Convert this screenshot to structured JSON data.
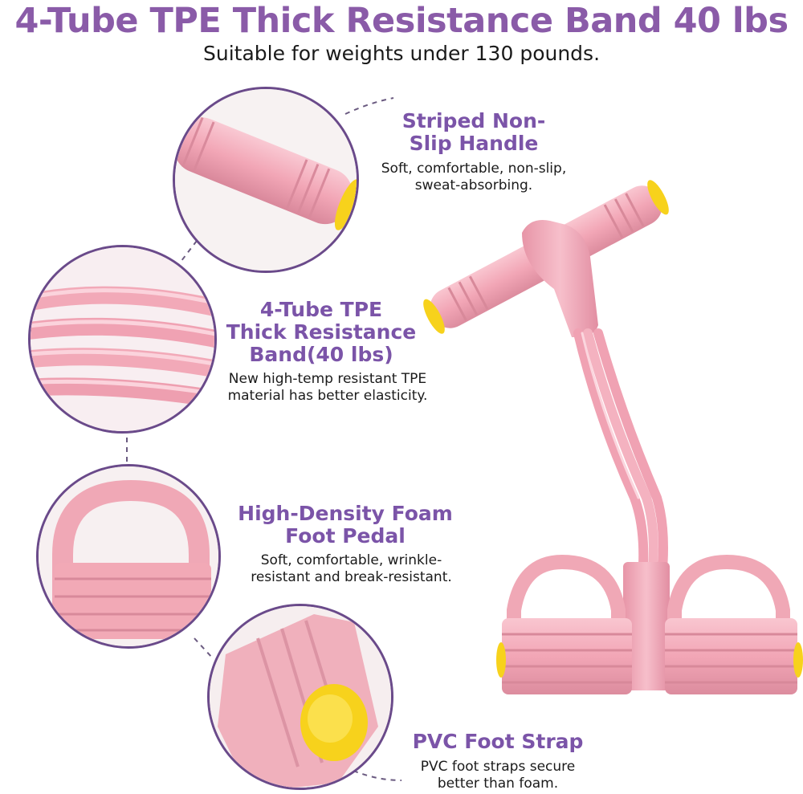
{
  "header": {
    "title": "4-Tube TPE Thick Resistance Band 40 lbs",
    "subtitle": "Suitable for weights under 130 pounds."
  },
  "features": [
    {
      "title_line1": "Striped Non-",
      "title_line2": "Slip Handle",
      "desc_line1": "Soft, comfortable, non-slip,",
      "desc_line2": "sweat-absorbing."
    },
    {
      "title_line1": "4-Tube TPE",
      "title_line2": "Thick Resistance",
      "title_line3": "Band(40 lbs)",
      "desc_line1": "New high-temp resistant TPE",
      "desc_line2": "material has better elasticity."
    },
    {
      "title_line1": "High-Density Foam",
      "title_line2": "Foot Pedal",
      "desc_line1": "Soft, comfortable, wrinkle-",
      "desc_line2": "resistant and break-resistant."
    },
    {
      "title_line1": "PVC Foot Strap",
      "desc_line1": "PVC foot straps secure",
      "desc_line2": "better than foam."
    }
  ],
  "colors": {
    "title": "#8a5ba8",
    "feature_title": "#7b54a8",
    "band_pink": "#f2a9b8",
    "cap_yellow": "#f7d21c",
    "circle_border": "#6a4a8a"
  }
}
